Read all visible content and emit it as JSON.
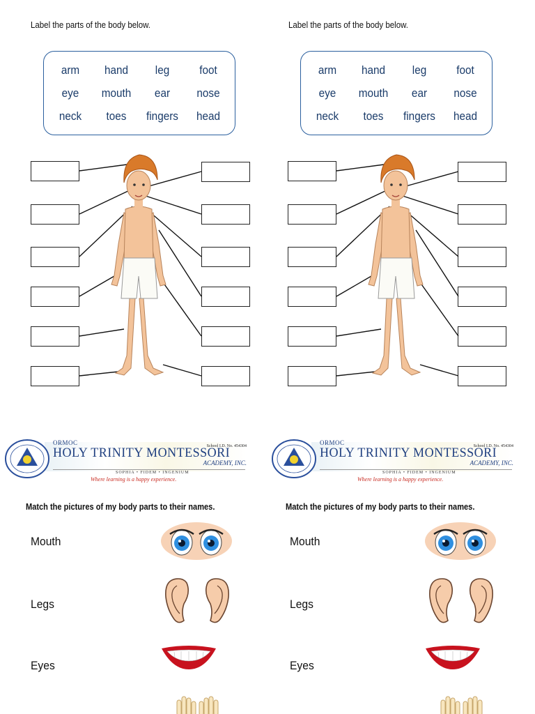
{
  "worksheet1": {
    "instruction": "Label the parts of the body below.",
    "word_bank": [
      [
        "arm",
        "hand",
        "leg",
        "foot"
      ],
      [
        "eye",
        "mouth",
        "ear",
        "nose"
      ],
      [
        "neck",
        "toes",
        "fingers",
        "head"
      ]
    ]
  },
  "header": {
    "ormoc": "ORMOC",
    "school_name": "HOLY TRINITY MONTESSORI",
    "school_id": "School I.D. No. 454304",
    "academy": "ACADEMY, INC.",
    "motto": "SOPHIA • FIDEM • INGENIUM",
    "tagline": "Where learning is a happy experience."
  },
  "worksheet2": {
    "instruction": "Match the pictures of my body parts to their names.",
    "words": [
      "Mouth",
      "Legs",
      "Eyes"
    ],
    "pictures": [
      "eyes-picture",
      "ears-picture",
      "mouth-picture",
      "hands-picture"
    ]
  },
  "colors": {
    "word_box_border": "#2a5f9e",
    "word_text": "#1b3c6a",
    "school_blue": "#1f3f80",
    "tagline_red": "#c8281e",
    "skin": "#f3c39a",
    "hair": "#d97a2a"
  }
}
